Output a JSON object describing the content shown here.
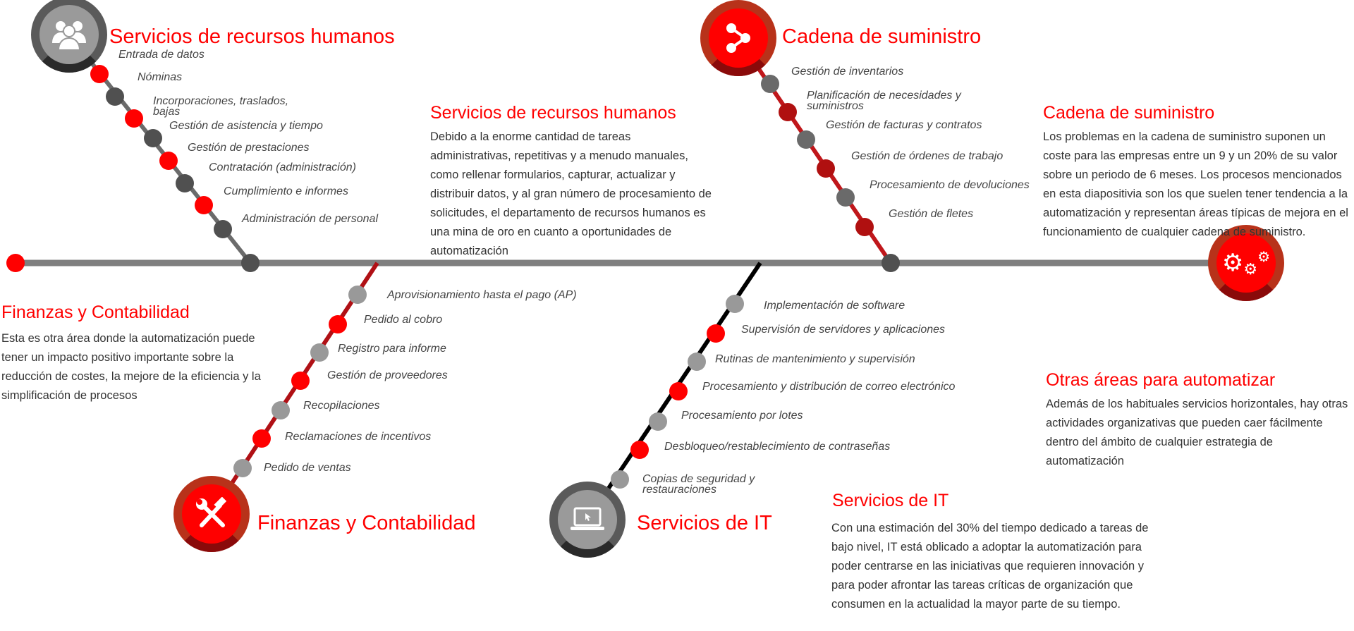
{
  "hr": {
    "title": "Servicios de recursos humanos",
    "items": [
      "Entrada de datos",
      "Nóminas",
      "Incorporaciones, traslados,\nbajas",
      "Gestión de asistencia y tiempo",
      "Gestión de prestaciones",
      "Contratación (administración)",
      "Cumplimiento e informes",
      "Administración de personal"
    ],
    "desc_title": "Servicios de recursos humanos",
    "desc": "Debido a la enorme cantidad de tareas administrativas, repetitivas y a menudo manuales, como rellenar formularios, capturar, actualizar y distribuir datos, y al gran número de procesamiento de solicitudes, el departamento de recursos humanos es una mina de oro en cuanto a oportunidades de automatización"
  },
  "supply": {
    "title": "Cadena de suministro",
    "items": [
      "Gestión de inventarios",
      "Planificación de necesidades y\nsuministros",
      "Gestión de facturas y contratos",
      "Gestión de órdenes de trabajo",
      "Procesamiento de devoluciones",
      "Gestión de fletes"
    ],
    "desc_title": "Cadena de suministro",
    "desc": "Los problemas en la cadena de suministro suponen un coste para las empresas entre un 9 y un 20%  de su valor sobre un periodo de 6 meses. Los procesos mencionados en esta diapositivia son los que suelen  tener tendencia a la automatización y representan áreas típicas de mejora en el funcionamiento de cualquier cadena de suministro."
  },
  "finance": {
    "title": "Finanzas y Contabilidad",
    "items": [
      "Aprovisionamiento hasta el pago (AP)",
      "Pedido al cobro",
      "Registro para informe",
      "Gestión de proveedores",
      "Recopilaciones",
      "Reclamaciones de incentivos",
      "Pedido de ventas"
    ],
    "desc_title": "Finanzas y Contabilidad",
    "desc": "Esta es otra área donde la automatización puede tener un impacto positivo importante sobre la reducción de costes, la mejore de la eficiencia y la simplificación de procesos"
  },
  "it": {
    "title": "Servicios de IT",
    "items": [
      "Implementación de software",
      "Supervisión de servidores y aplicaciones",
      "Rutinas de mantenimiento y supervisión",
      "Procesamiento y distribución de correo electrónico",
      "Procesamiento por lotes",
      "Desbloqueo/restablecimiento de contraseñas",
      "Copias de seguridad y\nrestauraciones"
    ],
    "desc_title": "Servicios de IT",
    "desc": "Con una estimación del 30% del tiempo dedicado a tareas de bajo nivel, IT está oblicado a adoptar la automatización para poder centrarse en las iniciativas que requieren innovación y para poder afrontar las tareas críticas de organización que consumen en la actualidad la mayor parte de su tiempo."
  },
  "other": {
    "desc_title": "Otras áreas para automatizar",
    "desc": "Además de los habituales servicios horizontales, hay otras actividades organizativas que pueden caer fácilmente dentro del ámbito de cualquier estrategia de automatización"
  },
  "colors": {
    "red": "#ff0000",
    "dark_red": "#b01010",
    "dark_gray": "#505050",
    "gray": "#999999",
    "line": "#7f7f7f"
  }
}
